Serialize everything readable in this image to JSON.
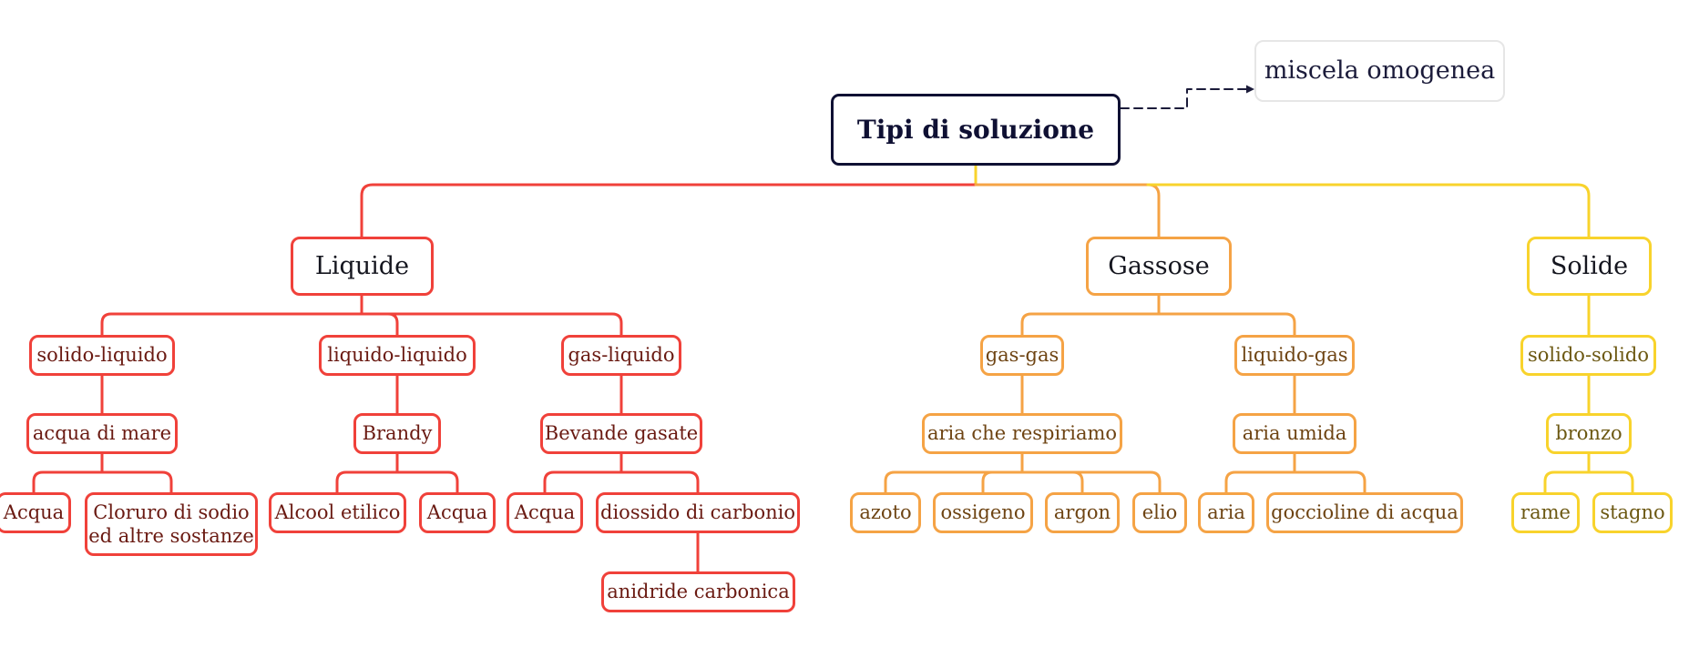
{
  "root": {
    "title": "Tipi di soluzione"
  },
  "note": {
    "text": "miscela omogenea"
  },
  "colors": {
    "liquide": "#f0413a",
    "gassose": "#f5a345",
    "solide": "#f8d32c",
    "root": "#0f1033",
    "note_border": "#e6e6e6",
    "note_link": "#1b1b3a"
  },
  "liquide": {
    "label": "Liquide",
    "solido_liquido": "solido-liquido",
    "acqua_di_mare": "acqua di mare",
    "acqua_1": "Acqua",
    "cloruro_line1": "Cloruro di sodio",
    "cloruro_line2": "ed altre sostanze",
    "liquido_liquido": "liquido-liquido",
    "brandy": "Brandy",
    "alcool_etilico": "Alcool etilico",
    "acqua_2": "Acqua",
    "gas_liquido": "gas-liquido",
    "bevande_gasate": "Bevande gasate",
    "acqua_3": "Acqua",
    "diossido": "diossido di carbonio",
    "anidride": "anidride carbonica"
  },
  "gassose": {
    "label": "Gassose",
    "gas_gas": "gas-gas",
    "aria_respiriamo": "aria che respiriamo",
    "azoto": "azoto",
    "ossigeno": "ossigeno",
    "argon": "argon",
    "elio": "elio",
    "liquido_gas": "liquido-gas",
    "aria_umida": "aria umida",
    "aria": "aria",
    "goccioline": "goccioline di acqua"
  },
  "solide": {
    "label": "Solide",
    "solido_solido": "solido-solido",
    "bronzo": "bronzo",
    "rame": "rame",
    "stagno": "stagno"
  }
}
